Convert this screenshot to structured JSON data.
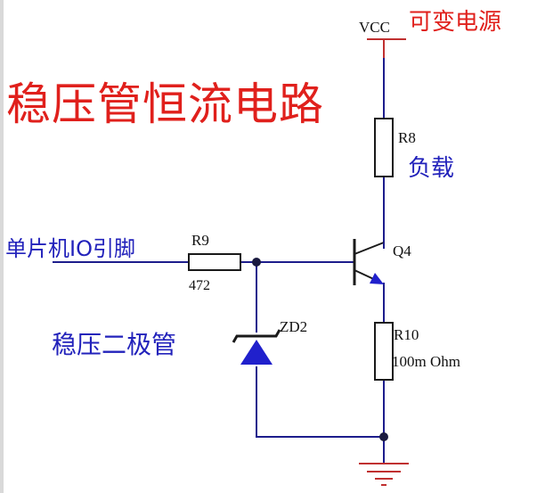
{
  "title": "稳压管恒流电路",
  "supply": {
    "net": "VCC",
    "note": "可变电源"
  },
  "r8": {
    "ref": "R8",
    "note": "负载"
  },
  "q4": {
    "ref": "Q4"
  },
  "r10": {
    "ref": "R10",
    "value": "100m Ohm"
  },
  "r9": {
    "ref": "R9",
    "value": "472"
  },
  "input": {
    "label": "单片机IO引脚"
  },
  "zd2": {
    "ref": "ZD2",
    "note": "稳压二极管"
  },
  "colors": {
    "wire": "#1d1d8c",
    "component": "#1a1a1a",
    "accent_blue": "#2222bb",
    "title_red": "#e0201c",
    "power_red": "#c03030"
  }
}
